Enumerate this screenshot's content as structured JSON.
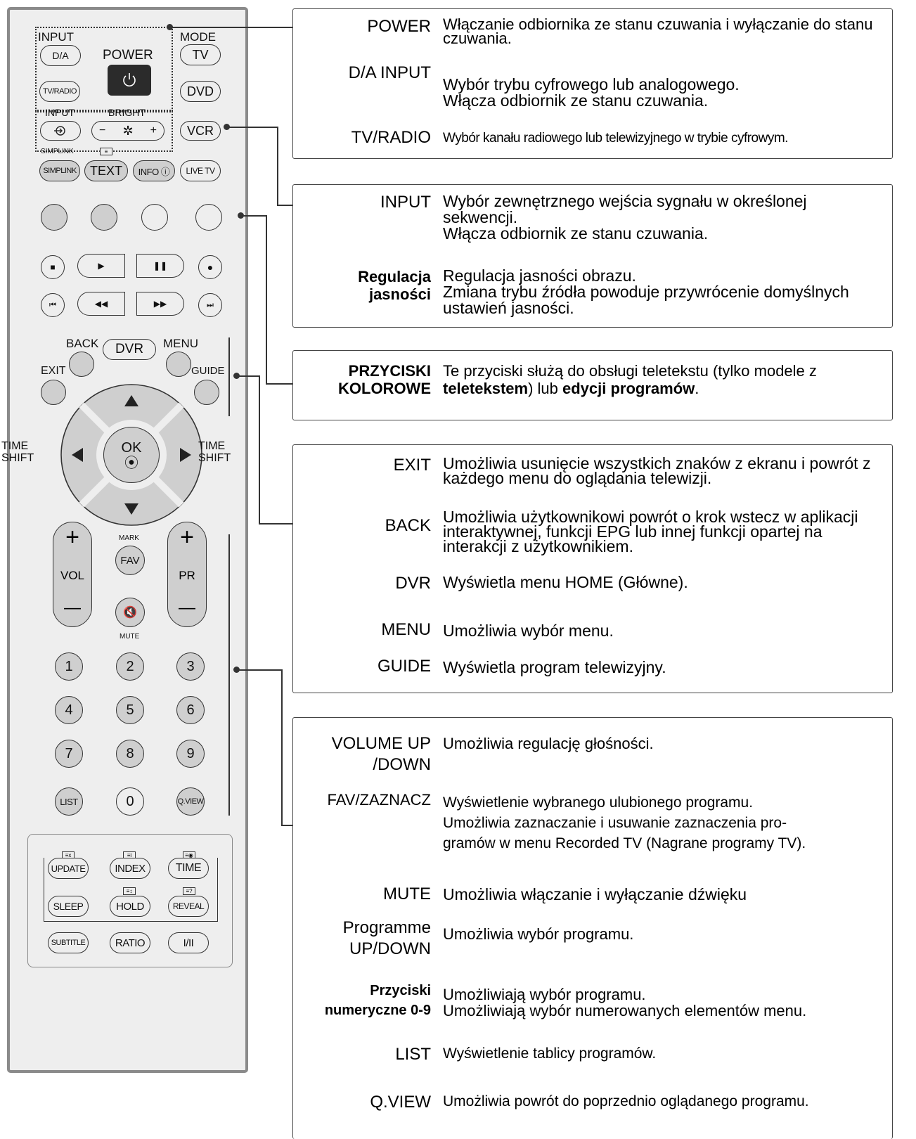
{
  "remote": {
    "input_label": "INPUT",
    "mode_label": "MODE",
    "power_label": "POWER",
    "da_button": "D/A",
    "tv_button": "TV",
    "tvradio_button": "TV/RADIO",
    "dvd_button": "DVD",
    "input2_label": "INPUT",
    "bright_label": "BRIGHT",
    "bright_minus": "−",
    "bright_plus": "+",
    "vcr_button": "VCR",
    "simplink_label": "SIMPLINK",
    "simplink_button": "SIMPLINK",
    "text_button": "TEXT",
    "info_button": "INFO ⓘ",
    "livetv_button": "LIVE TV",
    "back_label": "BACK",
    "dvr_button": "DVR",
    "menu_label": "MENU",
    "exit_label": "EXIT",
    "guide_label": "GUIDE",
    "time_shift_left": "TIME\nSHIFT",
    "time_shift_right": "TIME\nSHIFT",
    "ok_label": "OK",
    "mark_label": "MARK",
    "fav_button": "FAV",
    "vol_label": "VOL",
    "pr_label": "PR",
    "mute_label": "MUTE",
    "plus": "+",
    "minus": "—",
    "digits": [
      "1",
      "2",
      "3",
      "4",
      "5",
      "6",
      "7",
      "8",
      "9"
    ],
    "list_button": "LIST",
    "zero_button": "0",
    "qview_button": "Q.VIEW",
    "update_button": "UPDATE",
    "index_button": "INDEX",
    "time_button": "TIME",
    "sleep_button": "SLEEP",
    "hold_button": "HOLD",
    "reveal_button": "REVEAL",
    "subtitle_button": "SUBTITLE",
    "ratio_button": "RATIO",
    "i_ii_button": "I/II"
  },
  "sections": [
    {
      "rows": [
        {
          "term": "POWER",
          "desc": "Włączanie odbiornika ze stanu czuwania i wyłączanie do stanu czuwania."
        },
        {
          "term": "D/A INPUT",
          "desc": "Wybór trybu cyfrowego lub analogowego.\nWłącza odbiornik ze stanu czuwania."
        },
        {
          "term": "TV/RADIO",
          "desc": "Wybór kanału radiowego lub telewizyjnego w trybie cyfrowym."
        }
      ]
    },
    {
      "rows": [
        {
          "term": "INPUT",
          "desc": "Wybór zewnętrznego wejścia sygnału w określonej sekwencji.\nWłącza odbiornik ze stanu czuwania."
        },
        {
          "term": "Regulacja\njasności",
          "desc": "Regulacja jasności obrazu.\nZmiana trybu źródła powoduje przywrócenie domyślnych ustawień jasności."
        }
      ]
    },
    {
      "rows": [
        {
          "term": "PRZYCISKI\nKOLOROWE",
          "desc_pre": "Te przyciski służą do obsługi teletekstu (tylko modele z ",
          "desc_b1": "teletekstem",
          "desc_mid": ") lub ",
          "desc_b2": "edycji programów",
          "desc_post": "."
        }
      ]
    },
    {
      "rows": [
        {
          "term": "EXIT",
          "desc": "Umożliwia usunięcie wszystkich znaków z ekranu i powrót z każdego menu do oglądania telewizji."
        },
        {
          "term": "BACK",
          "desc": "Umożliwia użytkownikowi powrót o krok wstecz w aplikacji interaktywnej, funkcji EPG lub innej funkcji opartej na interakcji z użytkownikiem."
        },
        {
          "term": "DVR",
          "desc": "Wyświetla menu HOME (Główne)."
        },
        {
          "term": "MENU",
          "desc": "Umożliwia wybór menu."
        },
        {
          "term": "GUIDE",
          "desc": "Wyświetla program telewizyjny."
        }
      ]
    },
    {
      "rows": [
        {
          "term": "VOLUME UP\n/DOWN",
          "desc": "Umożliwia regulację głośności."
        },
        {
          "term": "FAV/ZAZNACZ",
          "desc": "Wyświetlenie wybranego ulubionego programu.\nUmożliwia zaznaczanie i usuwanie zaznaczenia pro-\ngramów w menu Recorded TV (Nagrane programy TV)."
        },
        {
          "term": "MUTE",
          "desc": "Umożliwia włączanie i wyłączanie dźwięku"
        },
        {
          "term": "Programme\nUP/DOWN",
          "desc": "Umożliwia wybór programu."
        },
        {
          "term": "Przyciski\nnumeryczne 0-9",
          "desc": "Umożliwiają wybór programu.\nUmożliwiają wybór numerowanych elementów menu."
        },
        {
          "term": "LIST",
          "desc": "Wyświetlenie tablicy programów."
        },
        {
          "term": "Q.VIEW",
          "desc": "Umożliwia powrót do poprzednio oglądanego programu."
        }
      ]
    }
  ]
}
